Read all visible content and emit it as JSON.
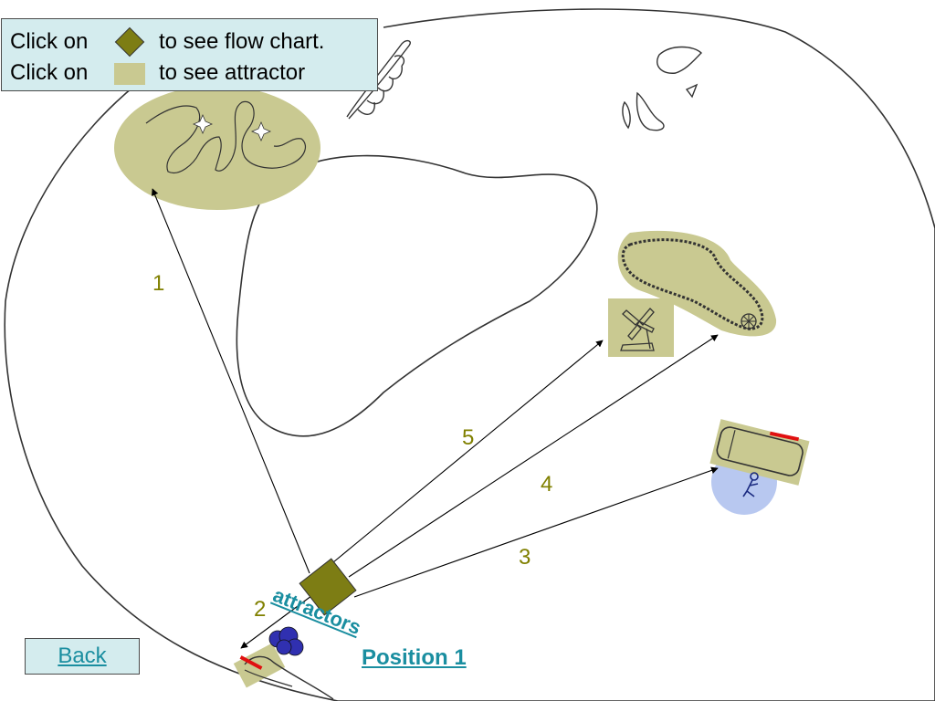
{
  "legend": {
    "line1_prefix": "Click on",
    "line1_suffix": "to see flow chart.",
    "line2_prefix": "Click on",
    "line2_suffix": "to see attractor"
  },
  "routes": [
    {
      "label": "1"
    },
    {
      "label": "2"
    },
    {
      "label": "3"
    },
    {
      "label": "4"
    },
    {
      "label": "5"
    }
  ],
  "links": {
    "attractors": "attractors",
    "position": "Position 1",
    "back": "Back"
  },
  "colors": {
    "attractor_fill": "#c9c991",
    "flowchart_diamond": "#7d7d14",
    "link_teal": "#1a8ea0",
    "legend_bg": "#d4ecee",
    "route_label": "#808000",
    "visitor_blue": "#3030b0",
    "viewpoint_circle": "#b8c8f0",
    "marker_red": "#e01010"
  }
}
